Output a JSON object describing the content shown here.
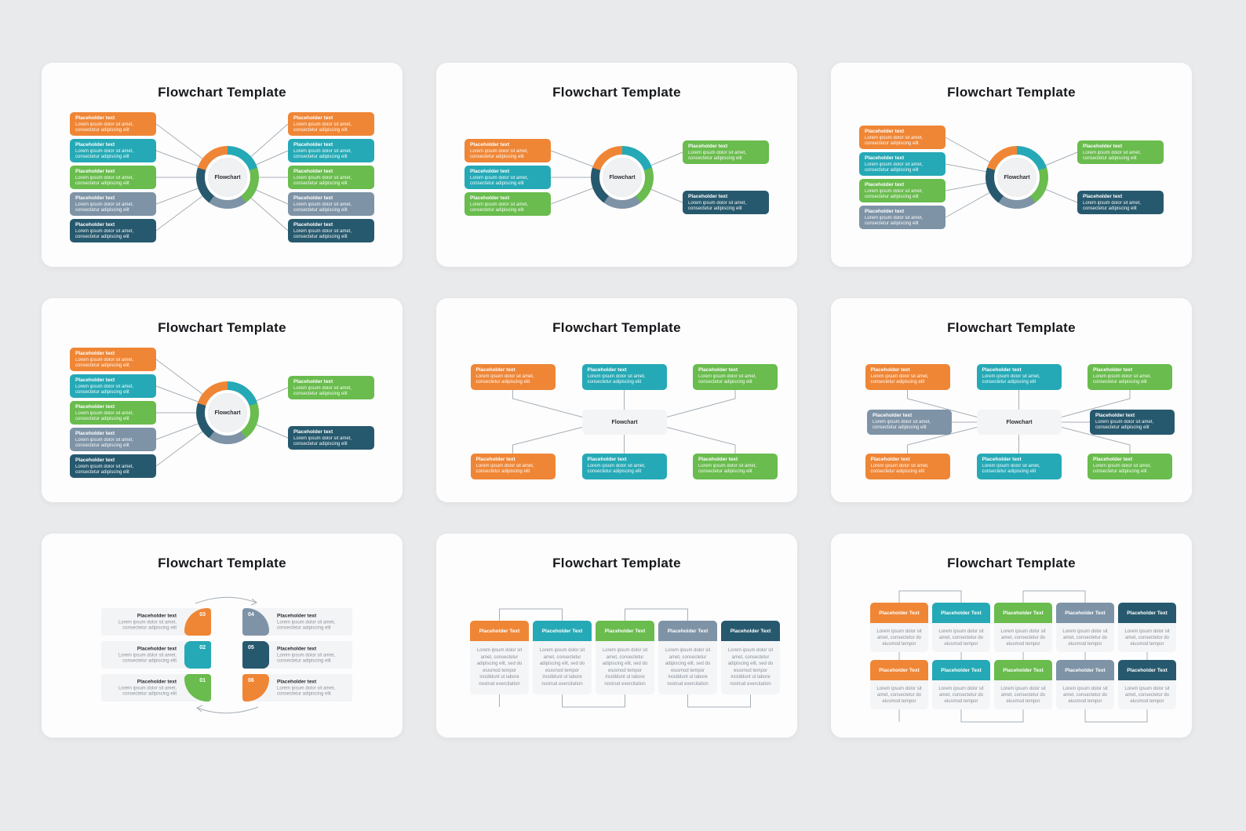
{
  "page": {
    "background": "#E9EAEC"
  },
  "palette": {
    "orange": "#EF8636",
    "teal": "#25A9B6",
    "green": "#69BC4D",
    "slate": "#7E93A6",
    "navy": "#27596E",
    "card_bg": "#FDFDFE",
    "soft_bg": "#F3F4F6",
    "line": "#A6AFB5",
    "title_text": "#16181B",
    "muted_text": "#878F96",
    "center_fill": "#F0F1F3"
  },
  "strings": {
    "slide_title": "Flowchart Template",
    "hub_label": "Flowchart",
    "box_title": "Placeholder text",
    "box_body": "Lorem ipsum dolor sit amet, consectetur adipiscing elit",
    "card_title": "Placeholder Text",
    "card_body_long": "Lorem ipsum dolor sit amet, consectetur adipiscing elit, sed do eiusmod tempor incididunt ut labore nostrud exercitation",
    "card_body_short": "Lorem ipsum dolor sit amet, consectetur do eiusmod tempor"
  },
  "donut_segments": [
    "teal",
    "green",
    "slate",
    "navy",
    "orange"
  ],
  "slides": [
    {
      "type": "hub",
      "left": [
        "orange",
        "teal",
        "green",
        "slate",
        "navy"
      ],
      "right": [
        "orange",
        "teal",
        "green",
        "slate",
        "navy"
      ]
    },
    {
      "type": "hub",
      "left": [
        "orange",
        "teal",
        "green"
      ],
      "right": [
        "green",
        "navy"
      ]
    },
    {
      "type": "hub",
      "left": [
        "orange",
        "teal",
        "green",
        "slate"
      ],
      "right": [
        "green",
        "navy"
      ]
    },
    {
      "type": "hub",
      "left": [
        "orange",
        "teal",
        "green",
        "slate",
        "navy"
      ],
      "right": [
        "green",
        "navy"
      ]
    },
    {
      "type": "spoke",
      "top": [
        "orange",
        "teal",
        "green"
      ],
      "middle": [],
      "bottom": [
        "orange",
        "teal",
        "green"
      ]
    },
    {
      "type": "spoke",
      "top": [
        "orange",
        "teal",
        "green"
      ],
      "middle": [
        "slate",
        "navy"
      ],
      "bottom": [
        "orange",
        "teal",
        "green"
      ]
    },
    {
      "type": "cycle",
      "left": [
        {
          "num": "03",
          "color": "orange"
        },
        {
          "num": "02",
          "color": "teal"
        },
        {
          "num": "01",
          "color": "green"
        }
      ],
      "right": [
        {
          "num": "04",
          "color": "slate"
        },
        {
          "num": "05",
          "color": "navy"
        },
        {
          "num": "06",
          "color": "orange"
        }
      ]
    },
    {
      "type": "columns",
      "columns": [
        "orange",
        "teal",
        "green",
        "slate",
        "navy"
      ]
    },
    {
      "type": "grid",
      "rows": [
        [
          "orange",
          "teal",
          "green",
          "slate",
          "navy"
        ],
        [
          "orange",
          "teal",
          "green",
          "slate",
          "navy"
        ]
      ]
    }
  ]
}
